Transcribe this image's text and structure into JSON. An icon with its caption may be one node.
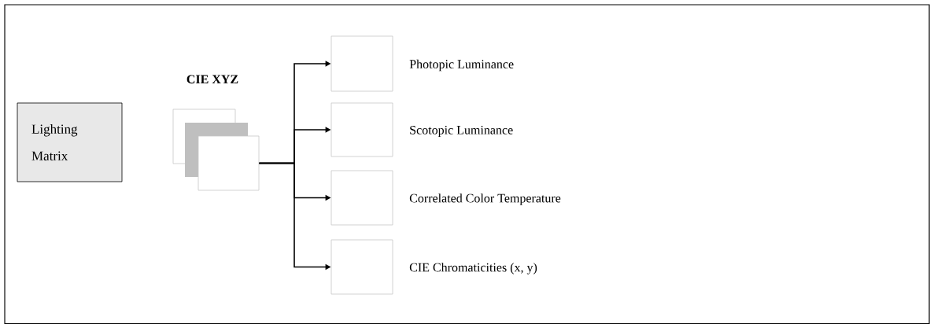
{
  "diagram": {
    "nodes": [
      {
        "text": [
          "Lighting Matrix"
        ]
      },
      {
        "text": [
          "CIE XYZ"
        ]
      },
      {
        "text": [],
        "shape": "box",
        "beside": [
          "Photopic Luminance"
        ]
      },
      {
        "text": [],
        "shape": "box",
        "beside": [
          "Scotopic Luminance"
        ]
      },
      {
        "text": [],
        "shape": "box",
        "beside": [
          "Correlated Color Temperature"
        ]
      },
      {
        "text": [],
        "shape": "box",
        "beside": [
          "CIE Chromaticities (x, y)"
        ]
      }
    ],
    "edges": [
      {
        "from": 1,
        "to": 2,
        "arrow": "to"
      },
      {
        "from": 1,
        "to": 3,
        "arrow": "to"
      },
      {
        "from": 1,
        "to": 4,
        "arrow": "to"
      },
      {
        "from": 1,
        "to": 5,
        "arrow": "to"
      }
    ]
  }
}
